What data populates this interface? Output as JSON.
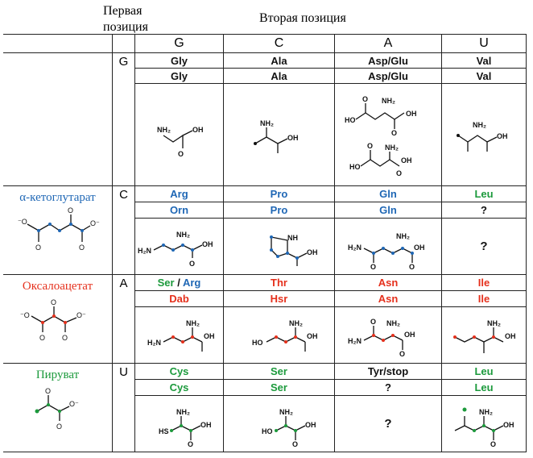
{
  "headers": {
    "first_position": [
      "Первая",
      "позиция"
    ],
    "second_position": "Вторая позиция"
  },
  "columns": [
    "G",
    "C",
    "A",
    "U"
  ],
  "blocks": [
    {
      "position": "G",
      "label": "",
      "row1": [
        "Gly",
        "Ala",
        "Asp/Glu",
        "Val"
      ],
      "row2": [
        "Gly",
        "Ala",
        "Asp/Glu",
        "Val"
      ]
    },
    {
      "position": "C",
      "label": "α-кетоглутарат",
      "row1": [
        "Arg",
        "Pro",
        "Gln",
        "Leu"
      ],
      "row2": [
        "Orn",
        "Pro",
        "Gln",
        "?"
      ],
      "unknown": "?"
    },
    {
      "position": "A",
      "label": "Оксалоацетат",
      "row1a": "Ser",
      "sep": " / ",
      "row1b": "Arg",
      "row1": [
        "",
        "Thr",
        "Asn",
        "Ile"
      ],
      "row2": [
        "Dab",
        "Hsr",
        "Asn",
        "Ile"
      ]
    },
    {
      "position": "U",
      "label": "Пируват",
      "row1": [
        "Cys",
        "Ser",
        "Tyr/stop",
        "Leu"
      ],
      "row2": [
        "Cys",
        "Ser",
        "?",
        "Leu"
      ],
      "unknown": "?"
    }
  ],
  "colors": {
    "blue": "#1f67b5",
    "green": "#1c9a3c",
    "red": "#e5301c"
  }
}
